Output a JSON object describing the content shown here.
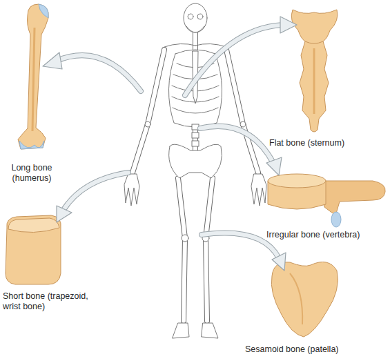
{
  "diagram": {
    "labels": [
      "Flat bone (sternum)",
      "Long bone (humerus)",
      "Irregular bone (vertebra)",
      "Short bone (trapezoid, wrist bone)",
      "Sesamoid bone (patella)"
    ]
  }
}
